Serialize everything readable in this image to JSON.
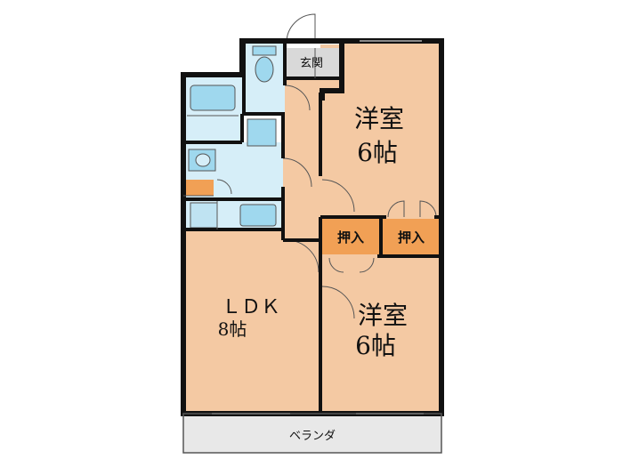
{
  "rooms": {
    "entrance": {
      "name": "玄関"
    },
    "bedroom_upper": {
      "name": "洋室",
      "size": "6帖"
    },
    "bedroom_lower": {
      "name": "洋室",
      "size": "6帖"
    },
    "ldk": {
      "name": "ＬＤＫ",
      "size": "8帖"
    },
    "closet_left": {
      "name": "押入"
    },
    "closet_right": {
      "name": "押入"
    },
    "balcony": {
      "name": "ベランダ"
    }
  },
  "colors": {
    "room_fill": "#f4c9a3",
    "wet_fill": "#d6eef8",
    "fixture_fill": "#9fd8ee",
    "closet_fill": "#f1a055",
    "entrance_fill": "#d9d9d9",
    "balcony_fill": "#e8e8e8",
    "wall": "#111111"
  }
}
